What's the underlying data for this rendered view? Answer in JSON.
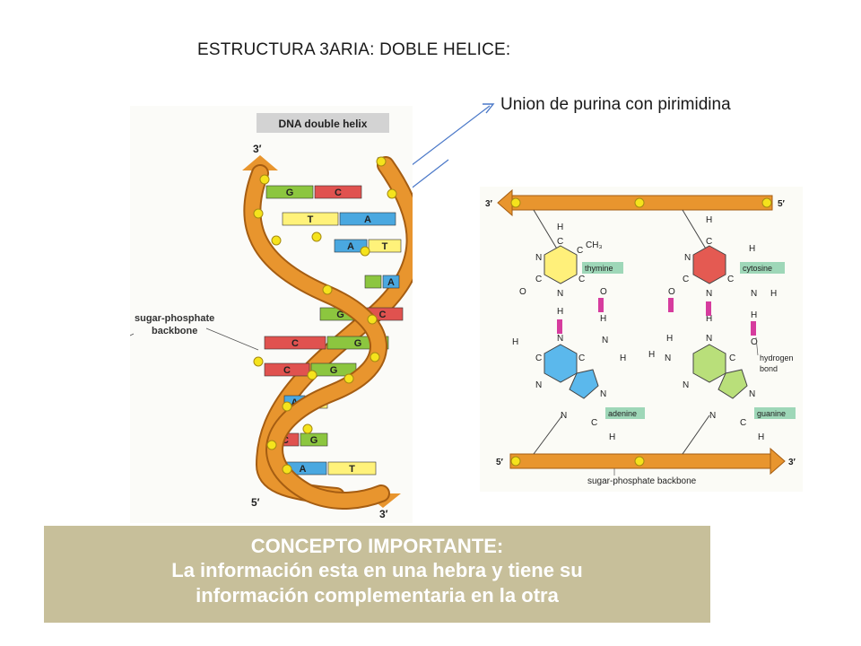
{
  "slide": {
    "title": "ESTRUCTURA  3ARIA: DOBLE HELICE:",
    "pointer_label": "Union de purina con pirimidina"
  },
  "helix": {
    "header": "DNA double helix",
    "end_top_left": "3′",
    "end_top_right": "5′",
    "end_bottom_left": "5′",
    "end_bottom_right": "3′",
    "backbone_label_line1": "sugar-phosphate",
    "backbone_label_line2": "backbone",
    "pairs": [
      {
        "left": "G",
        "right": "C"
      },
      {
        "left": "T",
        "right": "A"
      },
      {
        "left": "A",
        "right": "T"
      },
      {
        "left": "",
        "right": "A"
      },
      {
        "left": "G",
        "right": "C"
      },
      {
        "left": "C",
        "right": "G"
      },
      {
        "left": "C",
        "right": "G"
      },
      {
        "left": "A",
        "right": "T"
      },
      {
        "left": "C",
        "right": "G"
      },
      {
        "left": "A",
        "right": "T"
      }
    ]
  },
  "pairing": {
    "strand_top_left": "3′",
    "strand_top_right": "5′",
    "strand_bottom_left": "5′",
    "strand_bottom_right": "3′",
    "thymine": "thymine",
    "cytosine": "cytosine",
    "adenine": "adenine",
    "guanine": "guanine",
    "hydrogen_bond_line1": "hydrogen",
    "hydrogen_bond_line2": "bond",
    "backbone_label": "sugar-phosphate backbone",
    "methyl": "CH₃",
    "atom_h": "H",
    "atom_c": "C",
    "atom_n": "N",
    "atom_o": "O"
  },
  "concept": {
    "heading": "CONCEPTO IMPORTANTE:",
    "line1": "La información esta en una hebra y tiene su",
    "line2": "información complementaria en la otra"
  },
  "colors": {
    "backbone": "#e8952e",
    "backbone_edge": "#a55d12",
    "phosphate": "#f5e31c",
    "base_g": "#8cc63f",
    "base_c": "#e0524f",
    "base_t": "#fff27a",
    "base_a": "#4aa8e0",
    "thymine_ring": "#fff07a",
    "cytosine_ring": "#e45a52",
    "adenine_ring": "#5bb8ec",
    "guanine_ring": "#b9df7a",
    "label_box": "#9ed7b8",
    "hbond": "#d63c9e",
    "arrow": "#4a78c8",
    "concept_bg": "#c7bf9a"
  }
}
